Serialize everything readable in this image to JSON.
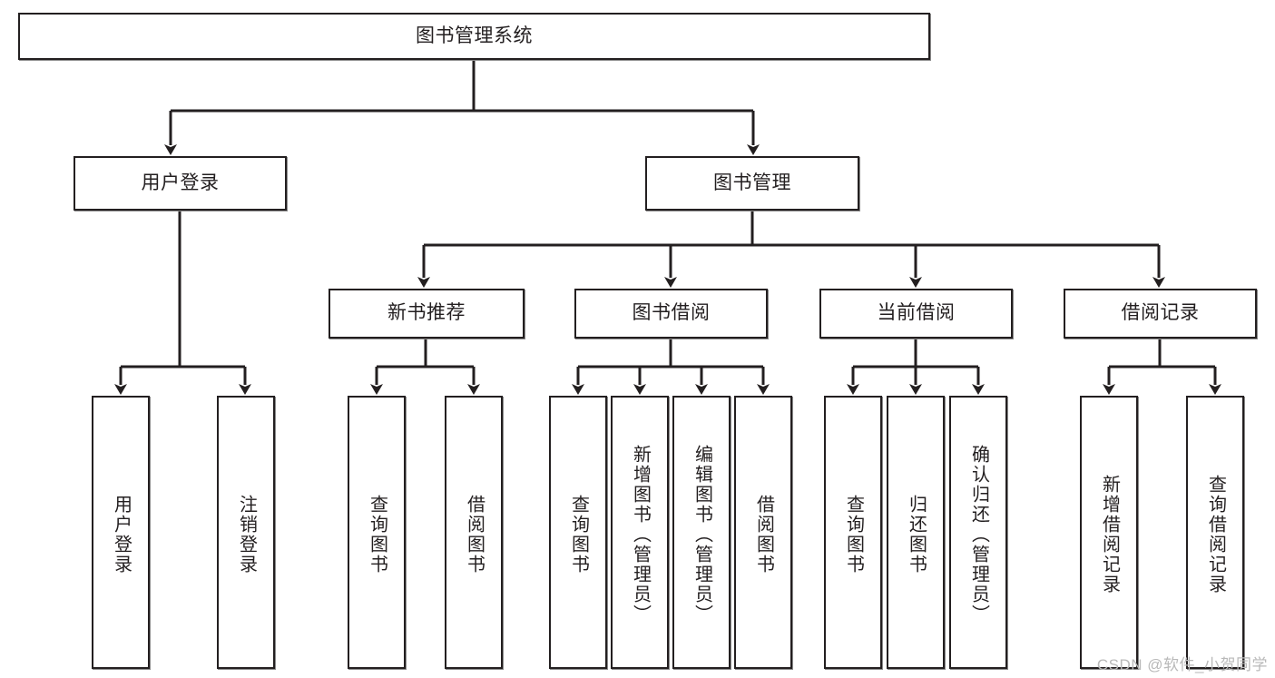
{
  "diagram": {
    "type": "tree",
    "title": "图书管理系统",
    "root": {
      "label": "图书管理系统"
    },
    "level2": [
      {
        "label": "用户登录"
      },
      {
        "label": "图书管理"
      }
    ],
    "level3": [
      {
        "label": "新书推荐"
      },
      {
        "label": "图书借阅"
      },
      {
        "label": "当前借阅"
      },
      {
        "label": "借阅记录"
      }
    ],
    "leaves": {
      "user_login": [
        {
          "label": "用户登录"
        },
        {
          "label": "注销登录"
        }
      ],
      "new_book_recommend": [
        {
          "label": "查询图书"
        },
        {
          "label": "借阅图书"
        }
      ],
      "book_borrow": [
        {
          "label": "查询图书"
        },
        {
          "label": "新增图书（管理员）"
        },
        {
          "label": "编辑图书（管理员）"
        },
        {
          "label": "借阅图书"
        }
      ],
      "current_borrow": [
        {
          "label": "查询图书"
        },
        {
          "label": "归还图书"
        },
        {
          "label": "确认归还（管理员）"
        }
      ],
      "borrow_record": [
        {
          "label": "新增借阅记录"
        },
        {
          "label": "查询借阅记录"
        }
      ]
    }
  },
  "watermark": {
    "text": "CSDN @软件_小贺同学"
  },
  "colors": {
    "stroke": "#231f20",
    "background": "#ffffff",
    "watermark": "#b9b9b9"
  }
}
